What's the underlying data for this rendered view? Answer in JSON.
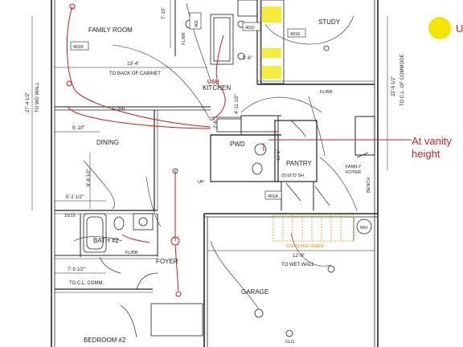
{
  "rooms": {
    "family_room": "FAMILY ROOM",
    "study": "STUDY",
    "kitchen": "KITCHEN",
    "dining": "DINING",
    "pwd": "PWD",
    "pantry": "PANTRY",
    "family_foyer_1": "FAMILY",
    "family_foyer_2": "FOYER",
    "bath2": "BATH #2",
    "foyer": "FOYER",
    "garage": "GARAGE",
    "bedroom2": "BEDROOM #2"
  },
  "dimensions": {
    "d_19_4": "19'-4\"",
    "to_back_cabinet": "TO BACK OF CABINET",
    "d_5_10": "5'-10\"",
    "d_5_2": "5'-2 1/2\"",
    "d_7_9": "7'-9 1/2\"",
    "to_cl_comm": "TO C.L. COMM.",
    "d_27_4": "27'-4 1/2\"",
    "to_wd_wall": "TO WD WALL",
    "d_22_5": "22'-5 1/2\"",
    "to_cl_commode": "TO C.L. OF COMMODE",
    "d_12_9": "12'-9\"",
    "to_wet_wall": "TO WET WALL",
    "d_7_10": "7'-10\"",
    "d_6_8": "6'-8 1/2\"",
    "d_3_6": "3'-6\"",
    "d_4_11": "4'-11 1/2\"",
    "d_2_6": "2'-6\""
  },
  "tags": {
    "t401b": "401B",
    "t401f": "401F",
    "t401e": "401E",
    "t401": "401",
    "t401a": "401A",
    "flbr1": "FL/BR",
    "flbr2": "FL/BR",
    "flbr3": "FL/BR",
    "flbr4": "FL/BR",
    "sh_5": "(5)16\"D SH",
    "up": "UP",
    "wh": "WH",
    "bench": "BENCH",
    "clg": "CLG",
    "d_15_1": "15'-1\"",
    "tub": "15/15"
  },
  "annotations": {
    "usb": "USB",
    "vanity_1": "At vanity",
    "vanity_2": "height",
    "steps": "STEPS PER GRADE",
    "cut_letter": "U"
  },
  "colors": {
    "line": "#222222",
    "wire": "#c81e1e",
    "marker": "#f2e600",
    "steps": "#e08a00"
  }
}
